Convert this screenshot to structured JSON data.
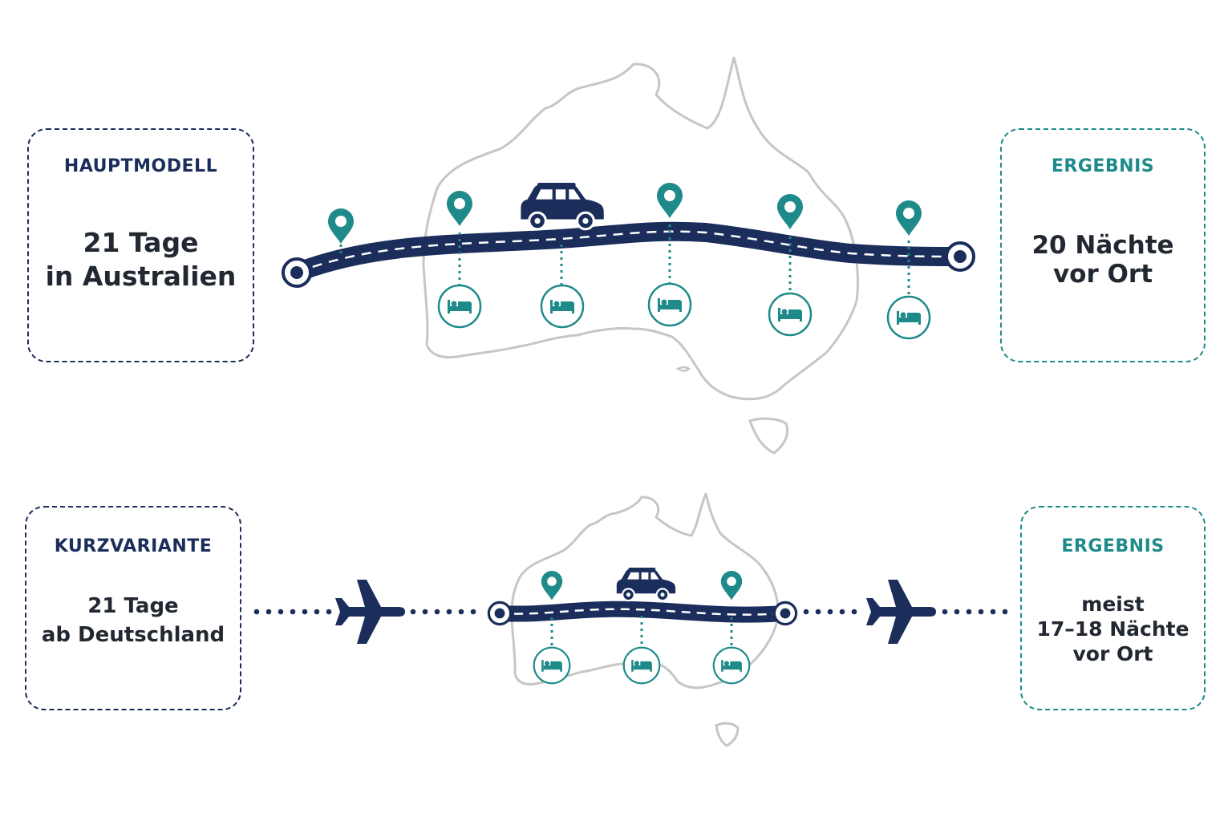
{
  "colors": {
    "navy": "#1b2d5b",
    "teal": "#1e8a8a",
    "outline": "#c6c6c6",
    "text": "#222831"
  },
  "top": {
    "left_card": {
      "label": "HAUPTMODELL",
      "value": "21 Tage\nin Australien"
    },
    "right_card": {
      "label": "ERGEBNIS",
      "value": "20 Nächte\nvor Ort"
    },
    "icons": {
      "vehicle": "car-icon",
      "stops": "map-pin-icon",
      "nights": "bed-icon",
      "endpoints": "target-icon"
    },
    "stop_count": 5,
    "night_count": 5
  },
  "bottom": {
    "left_card": {
      "label": "KURZVARIANTE",
      "value": "21 Tage\nab Deutschland"
    },
    "right_card": {
      "label": "ERGEBNIS",
      "value": "meist\n17–18 Nächte\nvor Ort"
    },
    "icons": {
      "vehicle": "car-icon",
      "stops": "map-pin-icon",
      "nights": "bed-icon",
      "flights": "airplane-icon"
    },
    "stop_count": 2,
    "night_count": 3,
    "flight_count": 2
  }
}
